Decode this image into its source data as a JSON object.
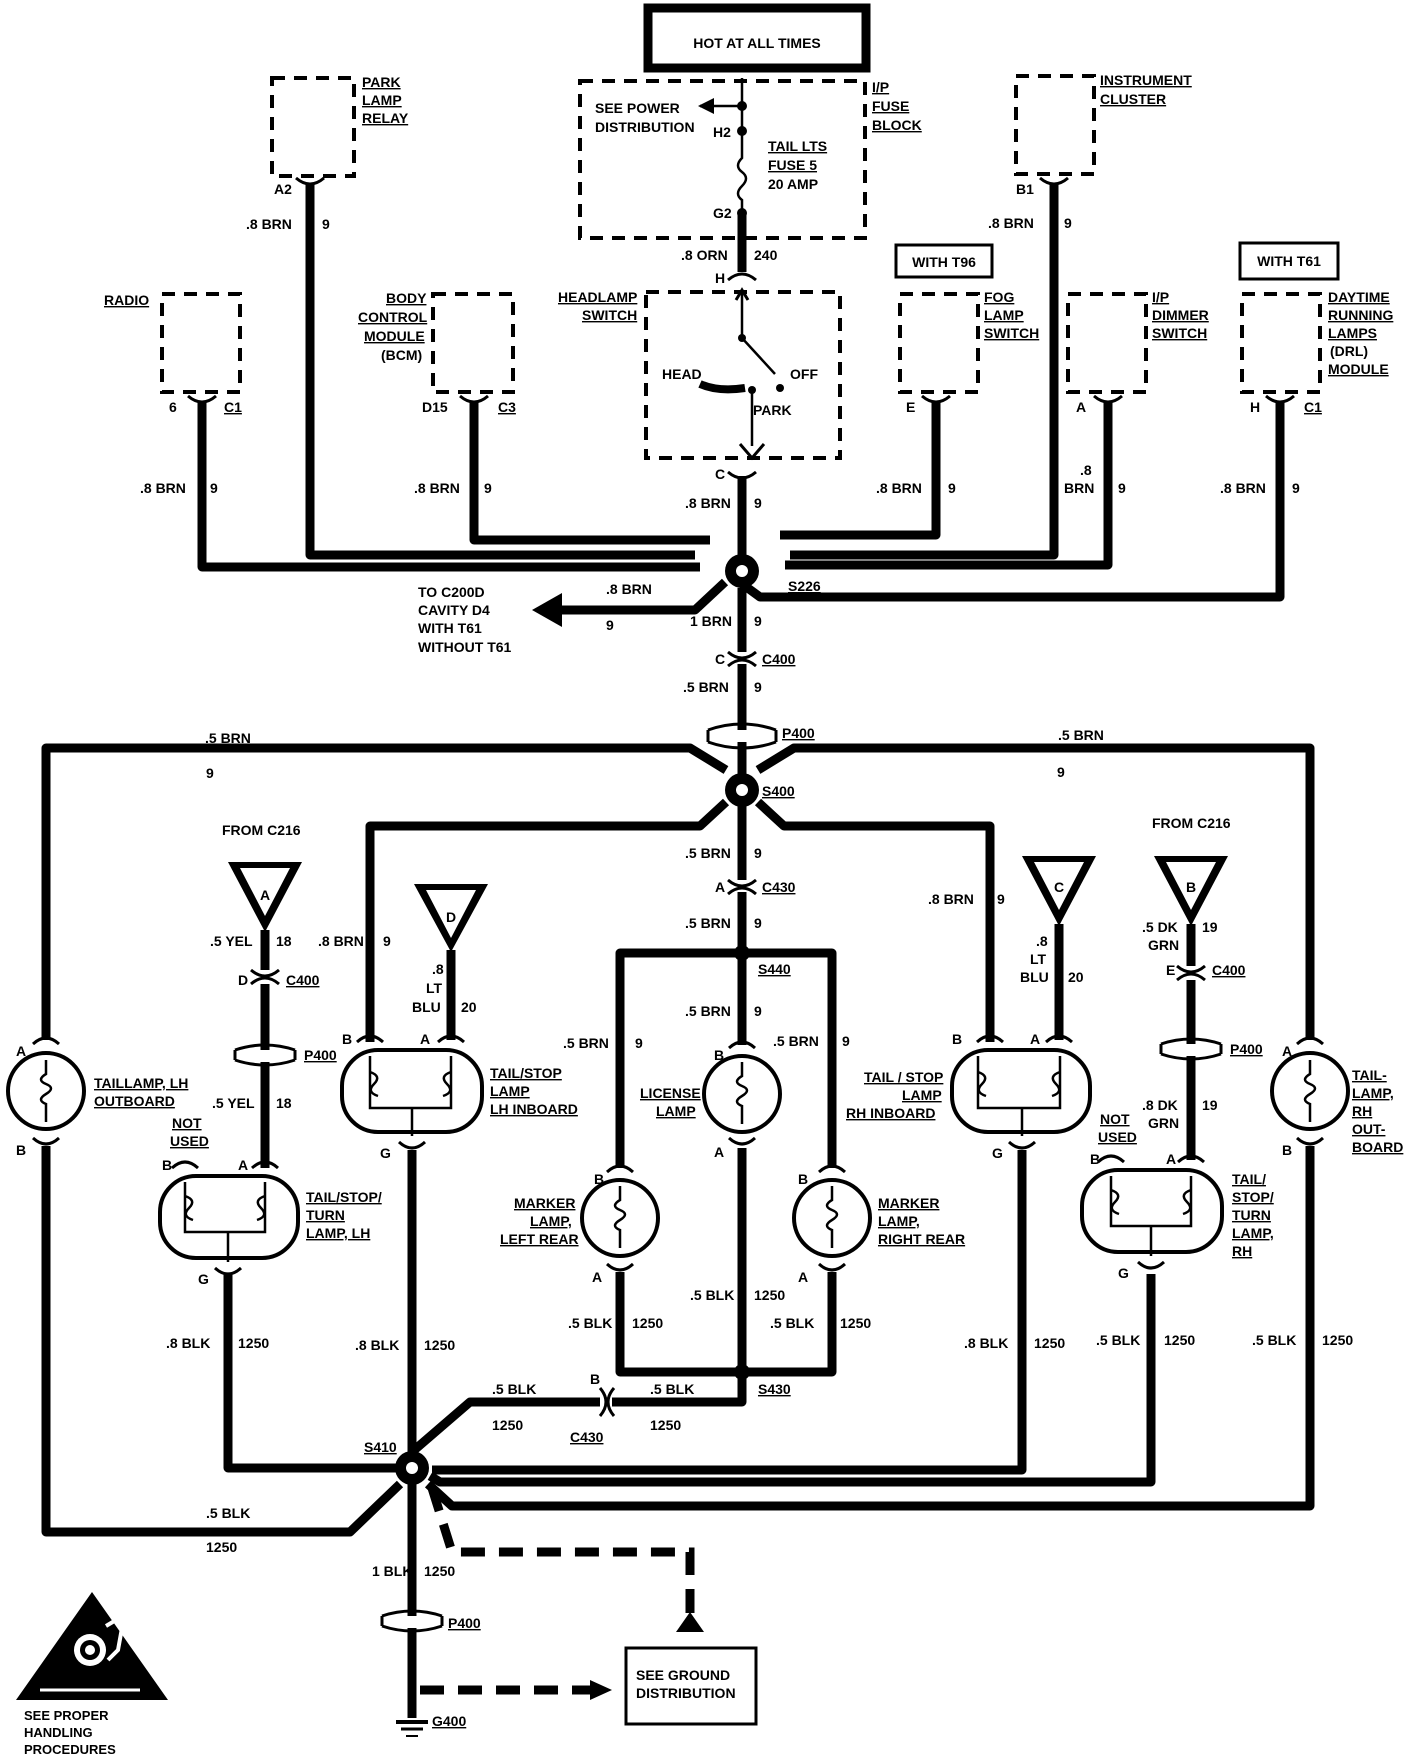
{
  "title": "HOT AT ALL TIMES",
  "top": {
    "see_power": "SEE POWER",
    "distribution": "DISTRIBUTION",
    "h2": "H2",
    "g2": "G2",
    "fuse1": "TAIL LTS",
    "fuse2": "FUSE 5",
    "fuse3": "20 AMP",
    "ip1": "I/P",
    "ip2": "FUSE",
    "ip3": "BLOCK",
    "orn_wire": ".8 ORN",
    "orn_circuit": "240",
    "pin_h": "H"
  },
  "park_relay": {
    "l1": "PARK",
    "l2": "LAMP",
    "l3": "RELAY",
    "pin": "A2",
    "wire": ".8  BRN",
    "circuit": "9"
  },
  "cluster": {
    "l1": "INSTRUMENT",
    "l2": "CLUSTER",
    "pin": "B1",
    "wire": ".8  BRN",
    "circuit": "9"
  },
  "radio": {
    "name": "RADIO",
    "pin": "6",
    "conn": "C1",
    "wire": ".8 BRN",
    "circuit": "9"
  },
  "bcm": {
    "l1": "BODY",
    "l2": "CONTROL",
    "l3": "MODULE",
    "l4": "(BCM)",
    "pin": "D15",
    "conn": "C3",
    "wire": ".8 BRN",
    "circuit": "9"
  },
  "headlamp": {
    "l1": "HEADLAMP",
    "l2": "SWITCH",
    "head": "HEAD",
    "off": "OFF",
    "park": "PARK",
    "pin": "C",
    "wire": ".8 BRN",
    "circuit": "9"
  },
  "fog": {
    "option": "WITH T96",
    "l1": "FOG",
    "l2": "LAMP",
    "l3": "SWITCH",
    "pin": "E",
    "wire": ".8 BRN",
    "circuit": "9"
  },
  "dimmer": {
    "l1": "I/P",
    "l2": "DIMMER",
    "l3": "SWITCH",
    "pin": "A",
    "wire1": ".8",
    "wire2": "BRN",
    "circuit": "9"
  },
  "drl": {
    "option": "WITH T61",
    "l1": "DAYTIME",
    "l2": "RUNNING",
    "l3": "LAMPS",
    "l4": "(DRL)",
    "l5": "MODULE",
    "pin": "H",
    "conn": "C1",
    "wire": ".8 BRN",
    "circuit": "9"
  },
  "s226": {
    "splice": "S226",
    "to1": "TO C200D",
    "to2": "CAVITY D4",
    "to3": "WITH T61",
    "to4": "WITHOUT T61",
    "branch_wire": ".8 BRN",
    "branch_circuit": "9",
    "down_wire": "1 BRN",
    "down_circuit": "9"
  },
  "c400": {
    "pin": "C",
    "conn": "C400",
    "wire": ".5 BRN",
    "circuit": "9"
  },
  "p400": "P400",
  "s400": {
    "splice": "S400",
    "left_wire": ".5 BRN",
    "left_circuit": "9",
    "right_wire": ".5 BRN",
    "right_circuit": "9",
    "down_wire": ".5 BRN",
    "down_circuit": "9"
  },
  "c430": {
    "pin": "A",
    "conn": "C430",
    "wire": ".5 BRN",
    "circuit": "9"
  },
  "s440": {
    "splice": "S440",
    "wire_l": ".5 BRN",
    "circuit_l": "9",
    "wire_c": ".5 BRN",
    "circuit_c": "9",
    "wire_r": ".5 BRN",
    "circuit_r": "9"
  },
  "from_left": "FROM C216",
  "from_right": "FROM C216",
  "conn_a": "A",
  "conn_d": "D",
  "conn_c": "C",
  "conn_b": "B",
  "yel": {
    "wire": ".5 YEL",
    "circuit": "18",
    "pin": "D",
    "conn": "C400",
    "wire2": ".5  YEL",
    "circuit2": "18"
  },
  "ltblu_l": {
    "w1": ".8",
    "w2": "LT",
    "w3": "BLU",
    "circuit": "20"
  },
  "ltblu_r": {
    "w1": ".8",
    "w2": "LT",
    "w3": "BLU",
    "circuit": "20"
  },
  "dkgrn": {
    "w1": ".5 DK",
    "w2": "GRN",
    "circuit": "19",
    "pin": "E",
    "conn": "C400",
    "w3": ".8 DK",
    "w4": "GRN",
    "circuit2": "19"
  },
  "inboard_l_feed": {
    "wire": ".8 BRN",
    "circuit": "9"
  },
  "inboard_r_feed": {
    "wire": ".8 BRN",
    "circuit": "9"
  },
  "lamps": {
    "taillamp_lh": {
      "l1": "TAILLAMP,  LH",
      "l2": "OUTBOARD",
      "pin_a": "A",
      "pin_b": "B"
    },
    "tail_stop_lh_inb": {
      "l1": "TAIL/STOP",
      "l2": "LAMP",
      "l3": "LH  INBOARD",
      "pin_b": "B",
      "pin_a": "A",
      "pin_g": "G"
    },
    "tst_lh": {
      "l1": "TAIL/STOP/",
      "l2": "TURN",
      "l3": "LAMP, LH",
      "nu1": "NOT",
      "nu2": "USED",
      "pin_b": "B",
      "pin_a": "A",
      "pin_g": "G"
    },
    "license": {
      "l1": "LICENSE",
      "l2": "LAMP",
      "pin_b": "B",
      "pin_a": "A"
    },
    "marker_l": {
      "l1": "MARKER",
      "l2": "LAMP,",
      "l3": "LEFT REAR",
      "pin_b": "B",
      "pin_a": "A"
    },
    "marker_r": {
      "l1": "MARKER",
      "l2": "LAMP,",
      "l3": "RIGHT REAR",
      "pin_b": "B",
      "pin_a": "A"
    },
    "tail_stop_rh_inb": {
      "l1": "TAIL / STOP",
      "l2": "LAMP",
      "l3": "RH  INBOARD",
      "pin_b": "B",
      "pin_a": "A",
      "pin_g": "G"
    },
    "tst_rh": {
      "l1": "TAIL/",
      "l2": "STOP/",
      "l3": "TURN",
      "l4": "LAMP,",
      "l5": "RH",
      "nu1": "NOT",
      "nu2": "USED",
      "pin_b": "B",
      "pin_a": "A",
      "pin_g": "G"
    },
    "taillamp_rh": {
      "l1": "TAIL-",
      "l2": "LAMP,",
      "l3": "RH",
      "l4": "OUT-",
      "l5": "BOARD",
      "pin_a": "A",
      "pin_b": "B"
    }
  },
  "grounds": {
    "blk_tst_lh": {
      "wire": ".8 BLK",
      "circuit": "1250"
    },
    "blk_inb_lh": {
      "wire": ".8 BLK",
      "circuit": "1250"
    },
    "blk_license": {
      "wire": ".5 BLK",
      "circuit": "1250"
    },
    "blk_marker_l": {
      "wire": ".5 BLK",
      "circuit": "1250"
    },
    "blk_marker_r": {
      "wire": ".5 BLK",
      "circuit": "1250"
    },
    "blk_inb_rh": {
      "wire": ".8 BLK",
      "circuit": "1250"
    },
    "blk_tst_rh": {
      "wire": ".5 BLK",
      "circuit": "1250"
    },
    "blk_out_rh": {
      "wire": ".5 BLK",
      "circuit": "1250"
    },
    "blk_out_lh": {
      "wire": ".5 BLK",
      "circuit": "1250"
    },
    "s430": "S430",
    "c430": {
      "pin": "B",
      "conn": "C430",
      "wire_l": ".5 BLK",
      "circuit_l": "1250",
      "wire_r": ".5 BLK",
      "circuit_r": "1250"
    },
    "s410": "S410",
    "main": {
      "wire": "1 BLK",
      "circuit": "1250"
    },
    "p400": "P400",
    "g400": "G400",
    "see1": "SEE GROUND",
    "see2": "DISTRIBUTION"
  },
  "esd": {
    "l1": "SEE PROPER",
    "l2": "HANDLING",
    "l3": "PROCEDURES"
  }
}
